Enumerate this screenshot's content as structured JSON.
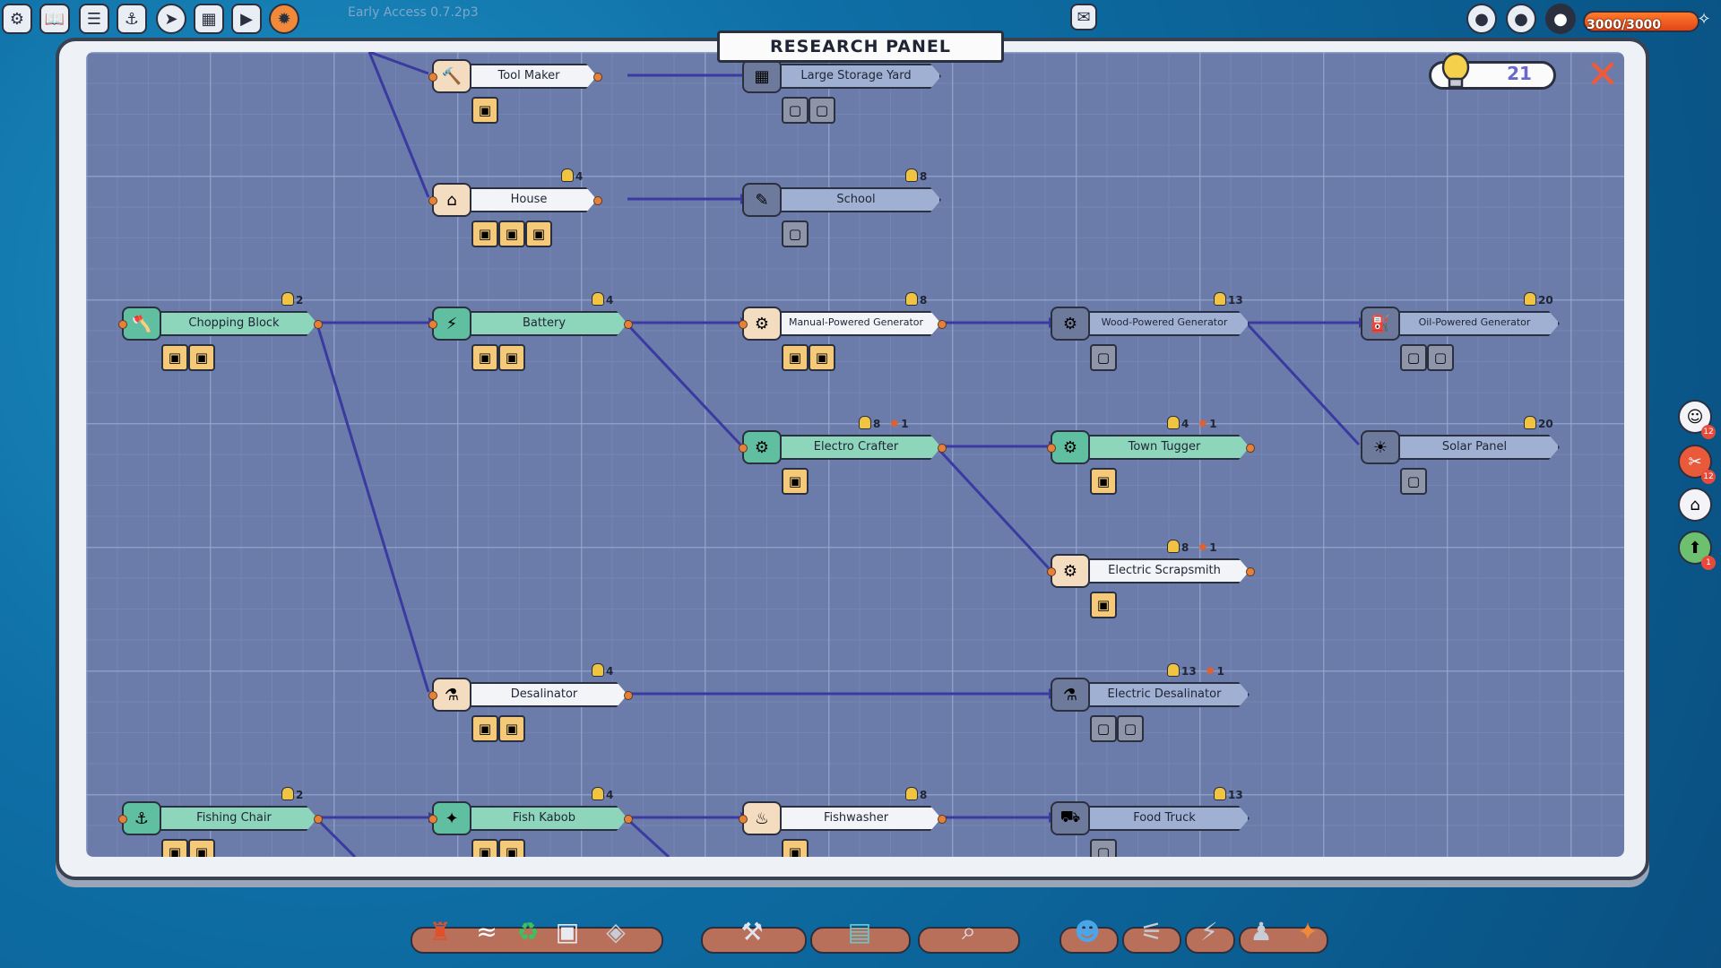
{
  "topbar": {
    "version": "Early Access 0.7.2p3",
    "icons": [
      "gear-icon",
      "book-icon",
      "notes-icon",
      "anchor-icon",
      "compass-icon",
      "flag-icon",
      "calendar-icon",
      "arrow-icon",
      "cog-icon"
    ],
    "health": "3000/3000",
    "health_fraction": 1.0
  },
  "panel": {
    "title": "RESEARCH PANEL",
    "research_points": "21",
    "close_glyph": "✕"
  },
  "nodes": [
    {
      "id": "tool_maker",
      "label": "Tool Maker",
      "state": "available",
      "cost": "",
      "gears": ""
    },
    {
      "id": "large_storage_yard",
      "label": "Large Storage Yard",
      "state": "locked",
      "cost": "",
      "gears": ""
    },
    {
      "id": "house",
      "label": "House",
      "state": "available",
      "cost": "4",
      "gears": ""
    },
    {
      "id": "school",
      "label": "School",
      "state": "locked",
      "cost": "8",
      "gears": ""
    },
    {
      "id": "chopping_block",
      "label": "Chopping Block",
      "state": "unlocked",
      "cost": "2",
      "gears": ""
    },
    {
      "id": "battery",
      "label": "Battery",
      "state": "unlocked",
      "cost": "4",
      "gears": ""
    },
    {
      "id": "manual_gen",
      "label": "Manual-Powered Generator",
      "state": "available",
      "cost": "8",
      "gears": ""
    },
    {
      "id": "wood_gen",
      "label": "Wood-Powered Generator",
      "state": "locked",
      "cost": "13",
      "gears": ""
    },
    {
      "id": "oil_gen",
      "label": "Oil-Powered Generator",
      "state": "locked",
      "cost": "20",
      "gears": ""
    },
    {
      "id": "electro_crafter",
      "label": "Electro Crafter",
      "state": "unlocked",
      "cost": "8",
      "gears": "1"
    },
    {
      "id": "town_tugger",
      "label": "Town Tugger",
      "state": "unlocked",
      "cost": "4",
      "gears": "1"
    },
    {
      "id": "solar_panel",
      "label": "Solar Panel",
      "state": "locked",
      "cost": "20",
      "gears": ""
    },
    {
      "id": "electric_scrapsmith",
      "label": "Electric Scrapsmith",
      "state": "available",
      "cost": "8",
      "gears": "1"
    },
    {
      "id": "desalinator",
      "label": "Desalinator",
      "state": "available",
      "cost": "4",
      "gears": ""
    },
    {
      "id": "electric_desalinator",
      "label": "Electric Desalinator",
      "state": "locked",
      "cost": "13",
      "gears": "1"
    },
    {
      "id": "fishing_chair",
      "label": "Fishing Chair",
      "state": "unlocked",
      "cost": "2",
      "gears": ""
    },
    {
      "id": "fish_kabob",
      "label": "Fish Kabob",
      "state": "unlocked",
      "cost": "4",
      "gears": ""
    },
    {
      "id": "fishwasher",
      "label": "Fishwasher",
      "state": "available",
      "cost": "8",
      "gears": ""
    },
    {
      "id": "food_truck",
      "label": "Food Truck",
      "state": "locked",
      "cost": "13",
      "gears": ""
    }
  ],
  "side_icons": [
    {
      "name": "villager-face-icon",
      "badge": "12"
    },
    {
      "name": "tools-icon",
      "badge": "12"
    },
    {
      "name": "home-icon",
      "badge": ""
    },
    {
      "name": "upgrade-arrow-icon",
      "badge": "1"
    }
  ],
  "bottom_icons": [
    "dock-icon",
    "wave-icon",
    "recycle-icon",
    "bucket-icon",
    "fish-icon",
    "build-icon",
    "map-icon",
    "search-map-icon",
    "person-icon",
    "saw-icon",
    "lightning-icon",
    "captain-icon",
    "bird-icon"
  ]
}
